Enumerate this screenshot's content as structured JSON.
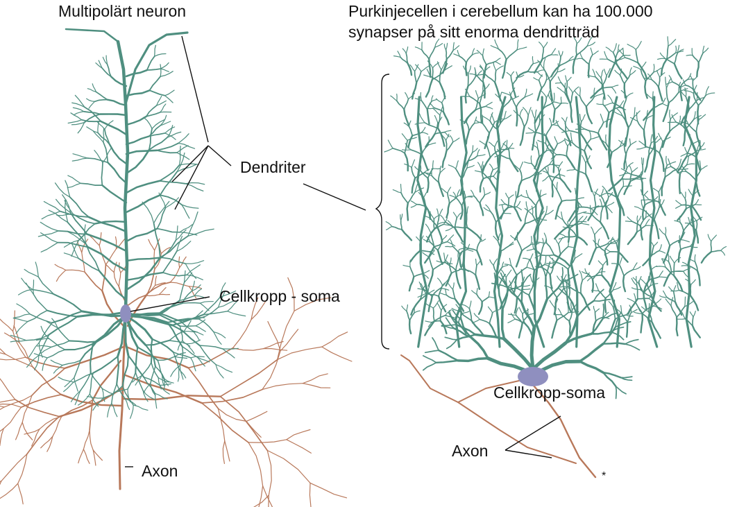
{
  "left": {
    "title": "Multipolärt neuron",
    "label_dendrites": "Dendriter",
    "label_soma": "Cellkropp - soma",
    "label_axon": "Axon"
  },
  "right": {
    "title_line1": "Purkinjecellen i cerebellum kan ha 100.000",
    "title_line2": "synapser på sitt enorma dendritträd",
    "label_soma": "Cellkropp-soma",
    "label_axon": "Axon",
    "asterisk": "*"
  },
  "colors": {
    "dendrite": "#4f8f80",
    "dendrite_outline": "#2d5f55",
    "axon": "#b8785a",
    "soma": "#8f8fbf",
    "leader": "#111111"
  }
}
